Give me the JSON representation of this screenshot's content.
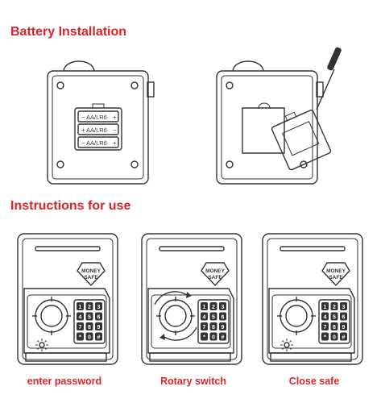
{
  "headings": {
    "battery": "Battery Installation",
    "instructions": "Instructions for use"
  },
  "battery_labels": [
    "AA/LR6",
    "AA/LR6",
    "AA/LR6"
  ],
  "logo": {
    "line1": "MONEY",
    "line2": "SAFE"
  },
  "keypad_keys": [
    "1",
    "2",
    "3",
    "4",
    "5",
    "6",
    "7",
    "8",
    "9",
    "*",
    "0",
    "#"
  ],
  "captions": {
    "step1": "enter password",
    "step2": "Rotary switch",
    "step3": "Close safe"
  },
  "colors": {
    "heading": "#d9232d",
    "line": "#333333"
  }
}
